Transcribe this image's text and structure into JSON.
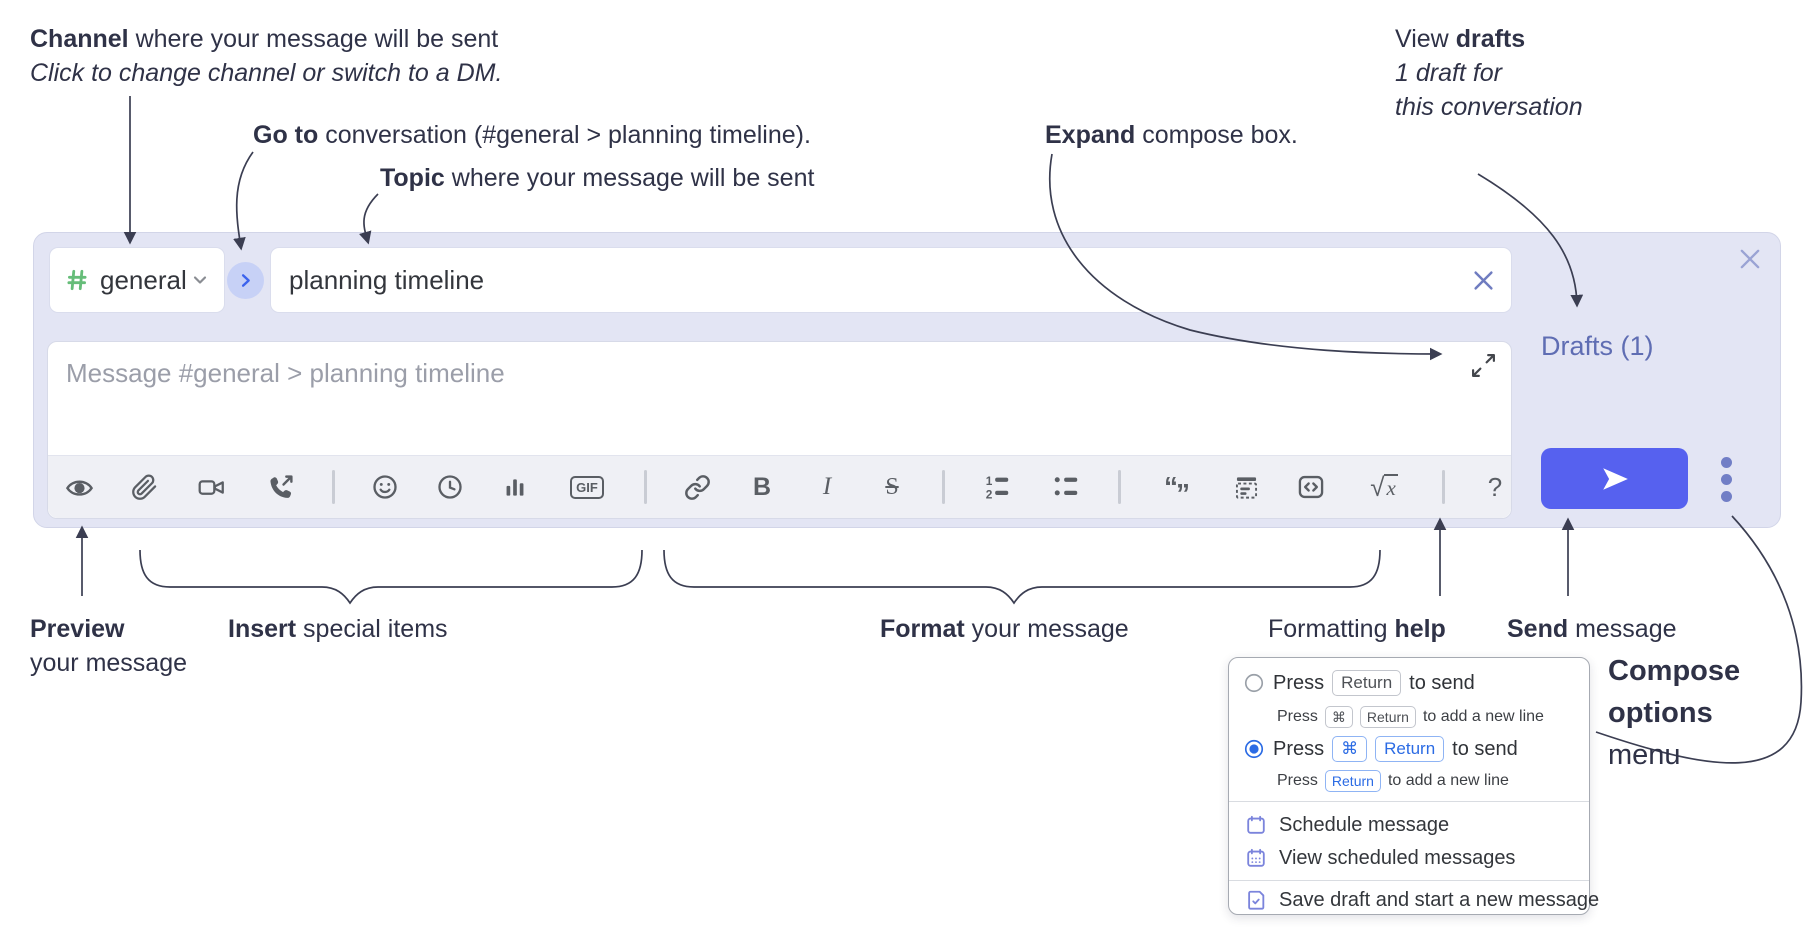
{
  "annotations": {
    "channel": {
      "bold": "Channel",
      "rest": " where your message will be sent",
      "line2": "Click to change channel or switch to a DM."
    },
    "go_to": {
      "bold": "Go to",
      "rest": " conversation (#general > planning timeline)."
    },
    "topic": {
      "bold": "Topic",
      "rest": " where your message will be sent"
    },
    "expand": {
      "bold": "Expand",
      "rest": " compose box."
    },
    "view_drafts": {
      "pre": "View ",
      "bold": "drafts",
      "line2": "1 draft for",
      "line3": "this conversation"
    },
    "preview": {
      "bold": "Preview",
      "line2": "your message"
    },
    "insert": {
      "bold": "Insert",
      "rest": " special items"
    },
    "format": {
      "bold": "Format",
      "rest": " your message"
    },
    "formatting_help": {
      "pre": "Formatting ",
      "bold": "help"
    },
    "send": {
      "bold": "Send",
      "rest": " message"
    },
    "compose_options": {
      "line1": "Compose",
      "line2": "options",
      "line3": "menu"
    }
  },
  "compose": {
    "channel_name": "general",
    "topic_value": "planning timeline",
    "message_placeholder": "Message #general > planning timeline",
    "drafts_link": "Drafts (1)"
  },
  "toolbar": {
    "gif": "GIF",
    "bold": "B",
    "italic": "I",
    "strike": "S",
    "quote_open": "“",
    "quote_close": "”",
    "math_root": "√",
    "math_x": "x",
    "help": "?"
  },
  "popup": {
    "option1": {
      "press": "Press",
      "key_return": "Return",
      "after": "to send",
      "sub_press": "Press",
      "sub_key_cmd": "⌘",
      "sub_key_return": "Return",
      "sub_after": "to add a new line"
    },
    "option2": {
      "press": "Press",
      "key_cmd": "⌘",
      "key_return": "Return",
      "after": "to send",
      "sub_press": "Press",
      "sub_key_return": "Return",
      "sub_after": "to add a new line"
    },
    "menu": {
      "schedule": "Schedule message",
      "view_scheduled": "View scheduled messages",
      "save_draft": "Save draft and start a new message"
    }
  },
  "colors": {
    "compose_bg": "#e3e5f4",
    "send_button": "#5661ef",
    "hash_green": "#66bd79",
    "drafts_link": "#5f6db3",
    "radio_blue": "#2b6be4",
    "menu_icon_purple": "#7b84dc",
    "annotation_text": "#2f3247",
    "toolbar_icon": "#5a5e64"
  }
}
